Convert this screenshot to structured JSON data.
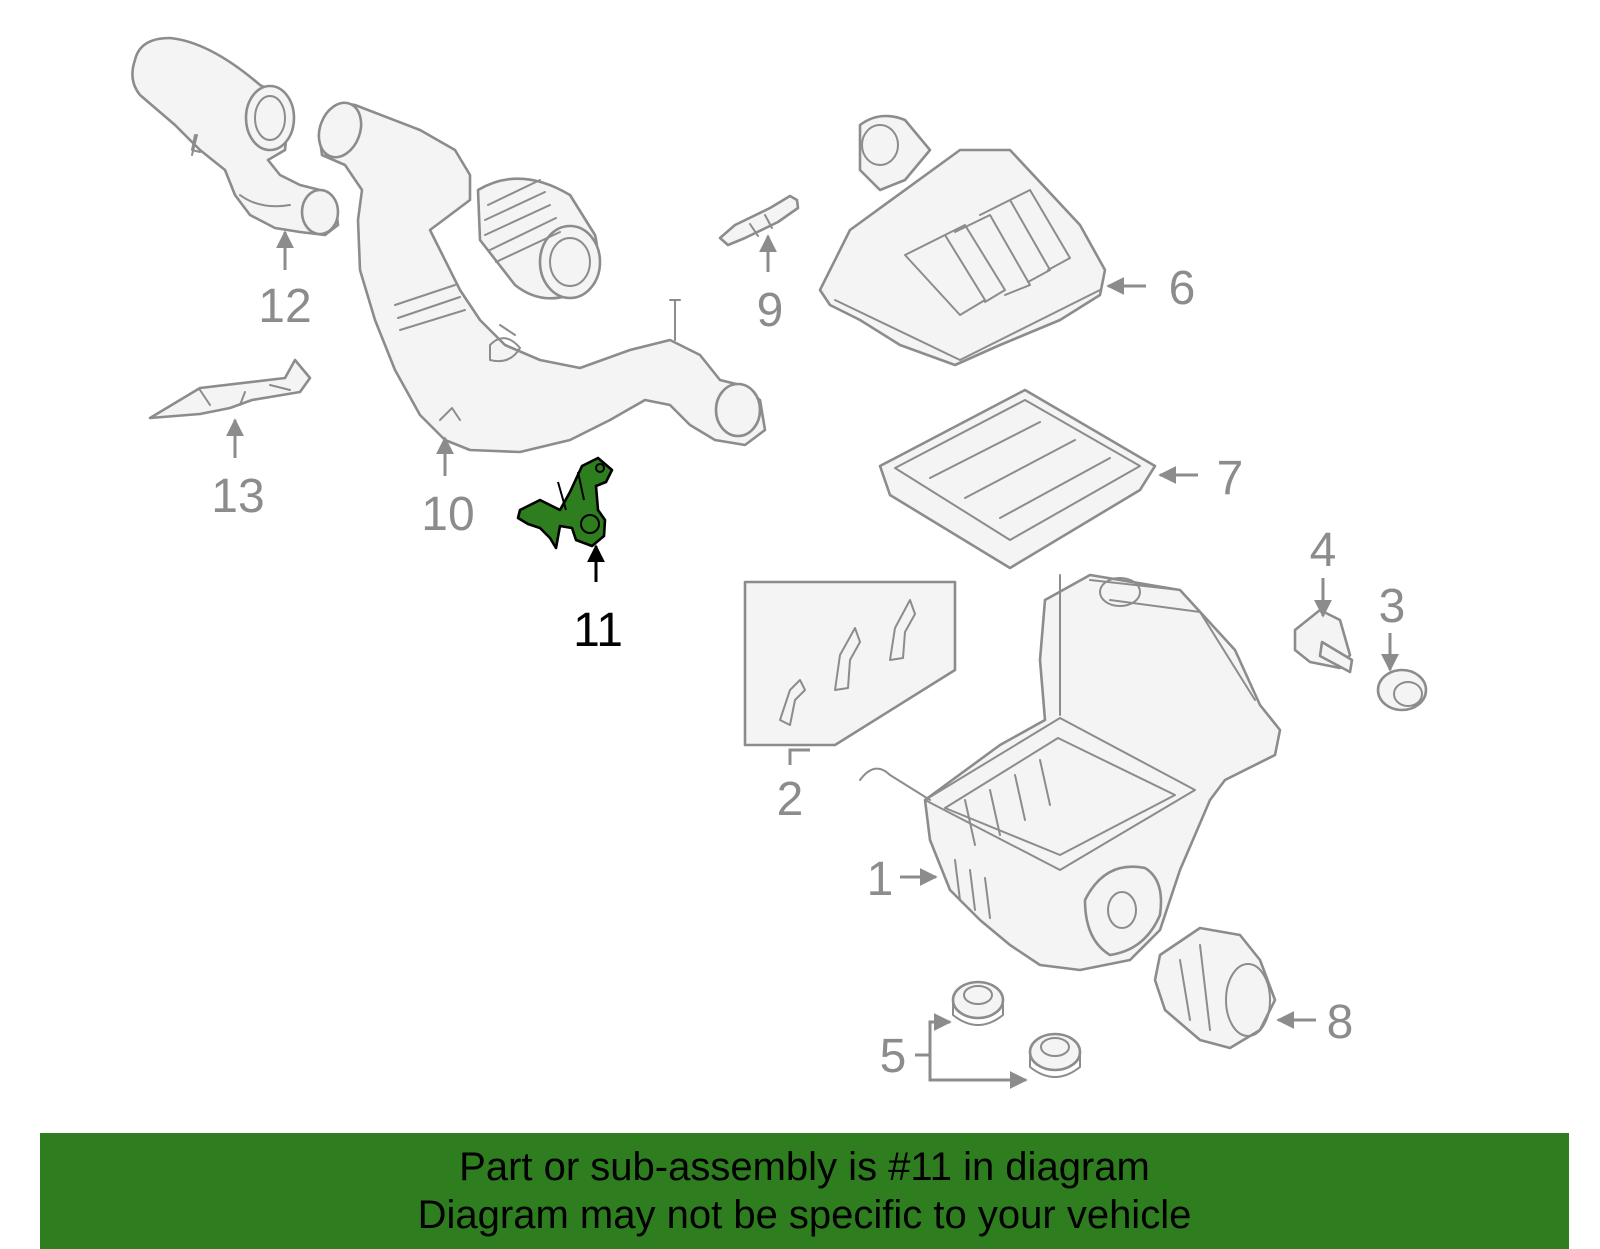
{
  "callouts": {
    "c1": "1",
    "c2": "2",
    "c3": "3",
    "c4": "4",
    "c5": "5",
    "c6": "6",
    "c7": "7",
    "c8": "8",
    "c9": "9",
    "c10": "10",
    "c11": "11",
    "c12": "12",
    "c13": "13"
  },
  "highlight_color": "#2e7d1f",
  "banner": {
    "line1": "Part or sub-assembly is #11 in diagram",
    "line2": "Diagram may not be specific to your vehicle"
  }
}
